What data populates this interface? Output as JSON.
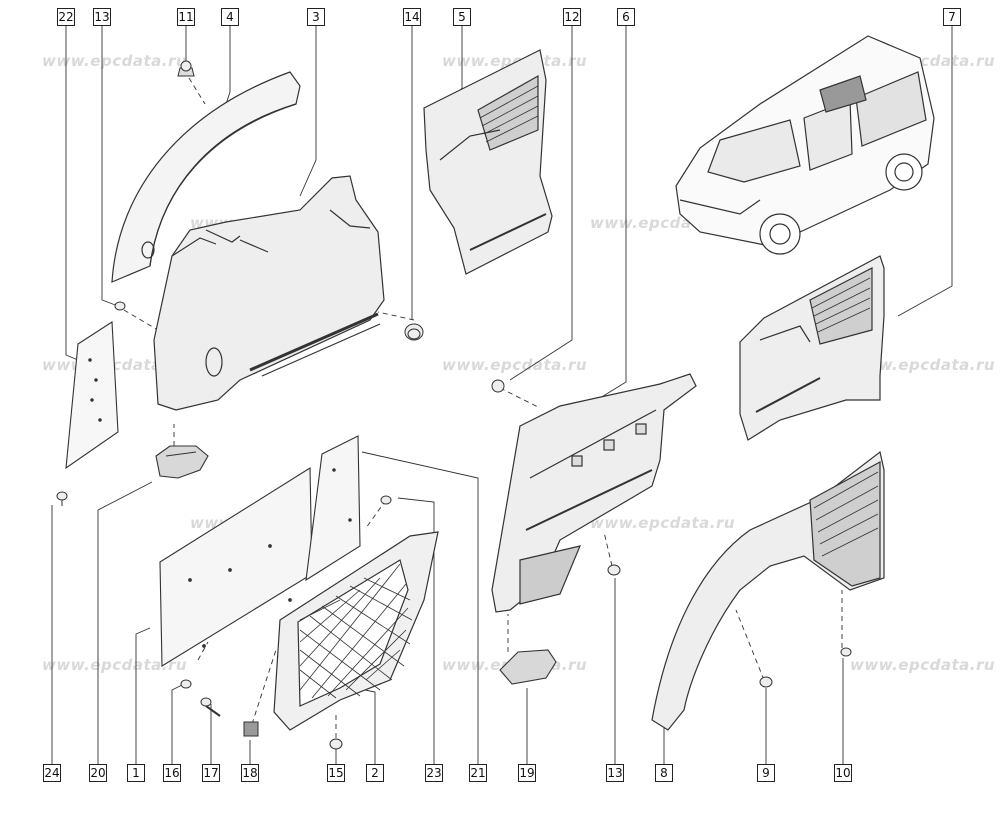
{
  "watermark": "www.epcdata.ru",
  "top_callouts": [
    {
      "id": "c22",
      "label": "22"
    },
    {
      "id": "c13a",
      "label": "13"
    },
    {
      "id": "c11",
      "label": "11"
    },
    {
      "id": "c4",
      "label": "4"
    },
    {
      "id": "c3",
      "label": "3"
    },
    {
      "id": "c14",
      "label": "14"
    },
    {
      "id": "c5",
      "label": "5"
    },
    {
      "id": "c12",
      "label": "12"
    },
    {
      "id": "c6",
      "label": "6"
    },
    {
      "id": "c7",
      "label": "7"
    }
  ],
  "bottom_callouts": [
    {
      "id": "c24",
      "label": "24"
    },
    {
      "id": "c20",
      "label": "20"
    },
    {
      "id": "c1",
      "label": "1"
    },
    {
      "id": "c16",
      "label": "16"
    },
    {
      "id": "c17",
      "label": "17"
    },
    {
      "id": "c18",
      "label": "18"
    },
    {
      "id": "c15",
      "label": "15"
    },
    {
      "id": "c2",
      "label": "2"
    },
    {
      "id": "c23",
      "label": "23"
    },
    {
      "id": "c21",
      "label": "21"
    },
    {
      "id": "c19",
      "label": "19"
    },
    {
      "id": "c13b",
      "label": "13"
    },
    {
      "id": "c8",
      "label": "8"
    },
    {
      "id": "c9",
      "label": "9"
    },
    {
      "id": "c10",
      "label": "10"
    }
  ]
}
